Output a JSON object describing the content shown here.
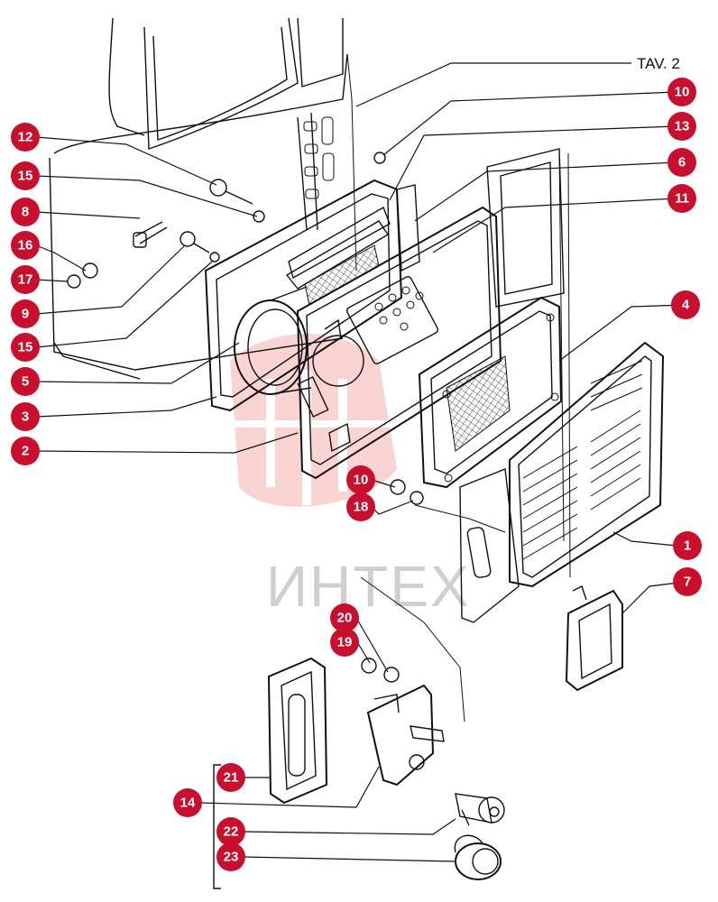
{
  "drawing": {
    "sheet_label": "TAV. 2",
    "watermark_text": "ИНТЕХ"
  },
  "colors": {
    "callout_fill": "#c8102e",
    "callout_text": "#ffffff",
    "line": "#111111",
    "watermark": "#f4b6b6"
  },
  "callouts": [
    {
      "id": "c10a",
      "label": "10"
    },
    {
      "id": "c13",
      "label": "13"
    },
    {
      "id": "c6",
      "label": "6"
    },
    {
      "id": "c11",
      "label": "11"
    },
    {
      "id": "c12",
      "label": "12"
    },
    {
      "id": "c15a",
      "label": "15"
    },
    {
      "id": "c8",
      "label": "8"
    },
    {
      "id": "c16",
      "label": "16"
    },
    {
      "id": "c17",
      "label": "17"
    },
    {
      "id": "c9",
      "label": "9"
    },
    {
      "id": "c15b",
      "label": "15"
    },
    {
      "id": "c5",
      "label": "5"
    },
    {
      "id": "c3",
      "label": "3"
    },
    {
      "id": "c2",
      "label": "2"
    },
    {
      "id": "c4",
      "label": "4"
    },
    {
      "id": "c10b",
      "label": "10"
    },
    {
      "id": "c18",
      "label": "18"
    },
    {
      "id": "c1",
      "label": "1"
    },
    {
      "id": "c7",
      "label": "7"
    },
    {
      "id": "c20",
      "label": "20"
    },
    {
      "id": "c19",
      "label": "19"
    },
    {
      "id": "c21",
      "label": "21"
    },
    {
      "id": "c14",
      "label": "14"
    },
    {
      "id": "c22",
      "label": "22"
    },
    {
      "id": "c23",
      "label": "23"
    }
  ]
}
